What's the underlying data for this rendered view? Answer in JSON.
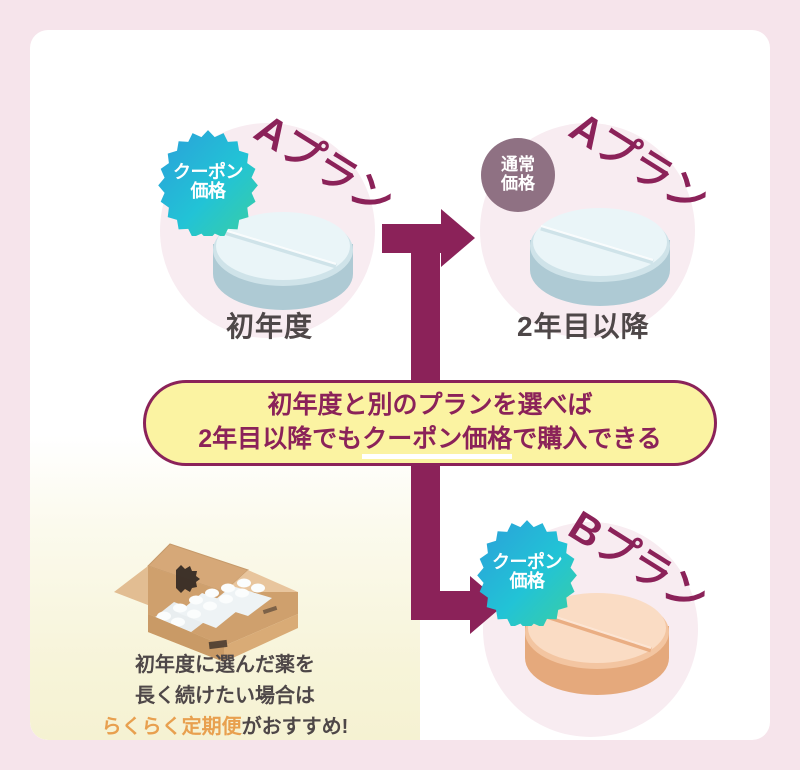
{
  "figure": {
    "type": "flow-diagram",
    "title_absent": true
  },
  "colors": {
    "page_background": "#f6e4eb",
    "card_background": "#ffffff",
    "accent_magenta": "#8b2259",
    "callout_yellow": "#fbf3a2",
    "panel_yellow": "#f5f2d2",
    "halo_pink": "#f8ecf1",
    "badge_gradient_start": "#2b9fd9",
    "badge_gradient_end": "#3bcfa0",
    "badge_gray": "#8f7183",
    "caption_gray": "#4e4748",
    "note_accent_orange": "#e8a04f",
    "tablet_blue_top": "#eaf5f8",
    "tablet_blue_side": "#aecad4",
    "tablet_peach_top": "#fadcc4",
    "tablet_peach_side": "#e5a97c",
    "box_cardboard": "#d9ab76"
  },
  "nodes": {
    "first_year": {
      "plan_label": "Aプラン",
      "badge": "クーポン\n価格",
      "badge_line1": "クーポン",
      "badge_line2": "価格",
      "badge_type": "starburst",
      "caption": "初年度",
      "tablet_color": "blue"
    },
    "second_year_same_plan": {
      "plan_label": "Aプラン",
      "badge_line1": "通常",
      "badge_line2": "価格",
      "badge_type": "circle",
      "caption": "2年目以降",
      "tablet_color": "blue"
    },
    "second_year_other_plan": {
      "plan_label": "Bプラン",
      "badge_line1": "クーポン",
      "badge_line2": "価格",
      "badge_type": "starburst",
      "caption": "",
      "tablet_color": "peach"
    }
  },
  "callout": {
    "line1": "初年度と別のプランを選べば",
    "line2_before": "2年目以降でも",
    "line2_highlight": "クーポン価格",
    "line2_after": "で購入できる"
  },
  "note": {
    "line1": "初年度に選んだ薬を",
    "line2": "長く続けたい場合は",
    "line3_accent": "らくらく定期便",
    "line3_rest": "がおすすめ!"
  },
  "icons": {
    "shipping_box": "cardboard-box-with-pill-sheets-icon",
    "arrow_up_right": "arrow-branch-up-right-icon",
    "arrow_down_right": "arrow-branch-down-right-icon"
  }
}
